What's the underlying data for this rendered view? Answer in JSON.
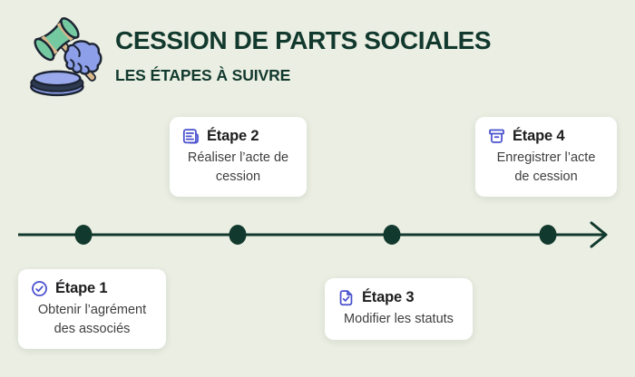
{
  "header": {
    "title": "CESSION DE PARTS SOCIALES",
    "subtitle": "LES ÉTAPES À SUIVRE"
  },
  "illustration": {
    "name": "gavel-and-sound-block"
  },
  "colors": {
    "background": "#EBEEE2",
    "dark_green": "#12392E",
    "indigo": "#4A50CE",
    "card_background": "#FFFFFF",
    "gavel_green": "#74C9A0",
    "hand_blue": "#8C9FE8",
    "handle_tan": "#D9B88C"
  },
  "timeline": {
    "dots": 4,
    "arrow_direction": "right"
  },
  "steps": [
    {
      "label": "Étape 1",
      "description": "Obtenir l’agrément\ndes associés",
      "icon": "check-circle-icon",
      "placement": "below-line"
    },
    {
      "label": "Étape 2",
      "description": "Réaliser l’acte de\ncession",
      "icon": "document-lines-icon",
      "placement": "above-line"
    },
    {
      "label": "Étape 3",
      "description": "Modifier les statuts",
      "icon": "document-check-icon",
      "placement": "below-line"
    },
    {
      "label": "Étape 4",
      "description": "Enregistrer l’acte\nde cession",
      "icon": "archive-box-icon",
      "placement": "above-line"
    }
  ]
}
